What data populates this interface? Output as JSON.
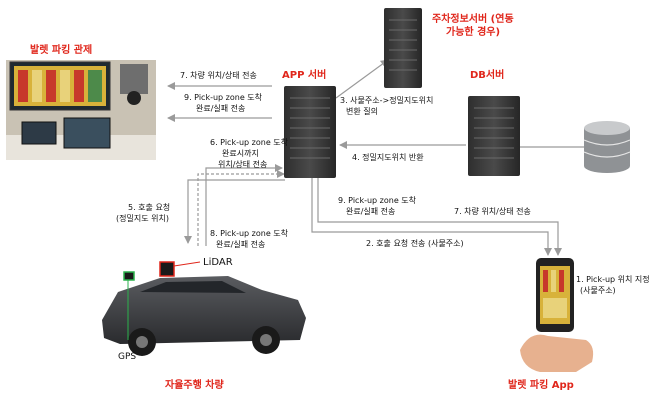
{
  "nodes": {
    "control_center": "발렛 파킹 관제",
    "app_server": "APP 서버",
    "parking_server": [
      "주차정보서버 (연동",
      "가능한 경우)"
    ],
    "db_server": "DB서버",
    "vehicle": "자율주행 차량",
    "valet_app": "발렛 파킹 App"
  },
  "sensors": {
    "lidar": "LiDAR",
    "gps": "GPS"
  },
  "steps": {
    "s1": [
      "1. Pick-up 위치 지정",
      "(사물주소)"
    ],
    "s2": "2. 호출 요청 전송 (사물주소)",
    "s3": [
      "3. 사물주소->정밀지도위치",
      "변환 질의"
    ],
    "s4": "4. 정밀지도위치 반환",
    "s5": [
      "5. 호출 요청",
      "(정밀지도 위치)"
    ],
    "s6": [
      "6. Pick-up zone 도착",
      "완료시까지",
      "위치/상태 전송"
    ],
    "s7_top": "7. 차량 위치/상태 전송",
    "s7_right": "7. 차량 위치/상태 전송",
    "s8": [
      "8. Pick-up zone 도착",
      "완료/실패 전송"
    ],
    "s9_top": [
      "9. Pick-up zone 도착",
      "완료/실패 전송"
    ],
    "s9_right": [
      "9. Pick-up zone 도착",
      "완료/실패 전송"
    ]
  },
  "colors": {
    "title_red": "#e0261b",
    "arrow": "#9a9a9a",
    "server": "#3c3c3c"
  }
}
